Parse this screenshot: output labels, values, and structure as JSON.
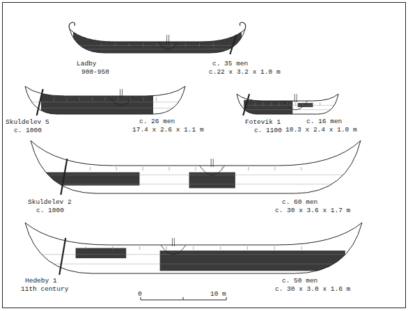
{
  "diagram": {
    "labels": [
      "Ladby",
      "900-950",
      "c. 35 men",
      "c.22 x 3.2 x 1.0 m",
      "Skuldelev 5",
      "c. 1000",
      "c. 26 men",
      "17.4 x 2.6 x 1.1 m",
      "Fotevik 1",
      "c. 1100",
      "c. 16 men",
      "10.3 x 2.4 x 1.0 m",
      "Skuldelev 2",
      "c. 1000",
      "c. 60 men",
      "c. 30 x 3.6 x 1.7 m",
      "Hedeby 1",
      "11th century",
      "c. 50 men",
      "c. 30 x 3.0 x 1.6 m",
      "0",
      "10 m"
    ]
  }
}
